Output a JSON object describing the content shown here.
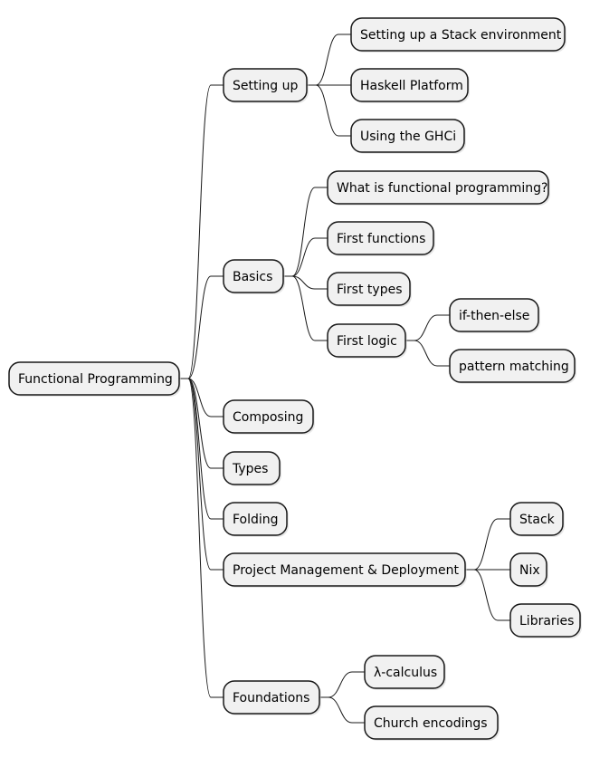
{
  "diagram": {
    "type": "mindmap",
    "colors": {
      "node_fill": "#f1f1f1",
      "node_border": "#181818",
      "edge": "#181818",
      "text": "#000000",
      "background": "#ffffff"
    },
    "root": {
      "id": "functional-programming",
      "label": "Functional Programming",
      "children": [
        {
          "id": "setting-up",
          "label": "Setting up",
          "children": [
            {
              "id": "stack-environment",
              "label": "Setting up a Stack environment"
            },
            {
              "id": "haskell-platform",
              "label": "Haskell Platform"
            },
            {
              "id": "using-ghci",
              "label": "Using the GHCi"
            }
          ]
        },
        {
          "id": "basics",
          "label": "Basics",
          "children": [
            {
              "id": "what-is-fp",
              "label": "What is functional programming?"
            },
            {
              "id": "first-functions",
              "label": "First functions"
            },
            {
              "id": "first-types",
              "label": "First types"
            },
            {
              "id": "first-logic",
              "label": "First logic",
              "children": [
                {
                  "id": "if-then-else",
                  "label": "if-then-else"
                },
                {
                  "id": "pattern-matching",
                  "label": "pattern matching"
                }
              ]
            }
          ]
        },
        {
          "id": "composing",
          "label": "Composing"
        },
        {
          "id": "types",
          "label": "Types"
        },
        {
          "id": "folding",
          "label": "Folding"
        },
        {
          "id": "project-management",
          "label": "Project Management & Deployment",
          "children": [
            {
              "id": "stack",
              "label": "Stack"
            },
            {
              "id": "nix",
              "label": "Nix"
            },
            {
              "id": "libraries",
              "label": "Libraries"
            }
          ]
        },
        {
          "id": "foundations",
          "label": "Foundations",
          "children": [
            {
              "id": "lambda-calculus",
              "label": "λ-calculus"
            },
            {
              "id": "church-encodings",
              "label": "Church encodings"
            }
          ]
        }
      ]
    }
  }
}
